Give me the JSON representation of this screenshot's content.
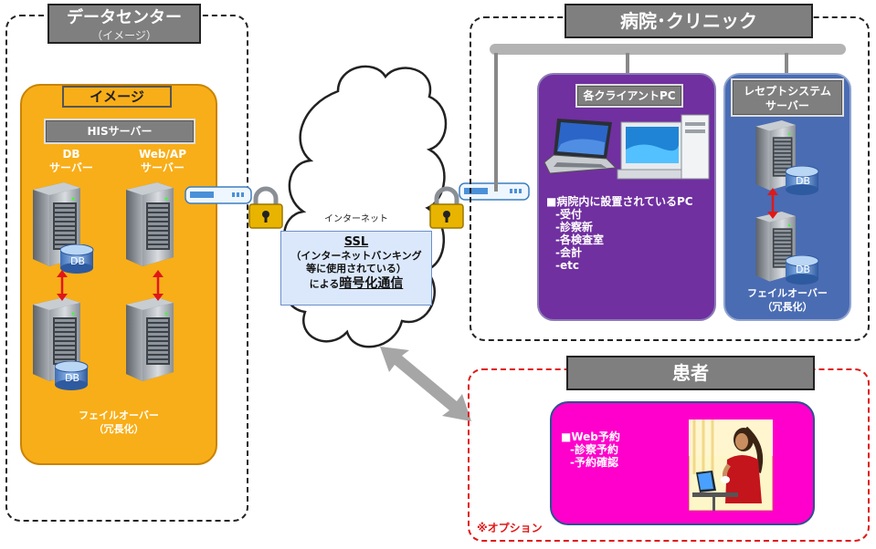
{
  "datacenter": {
    "title": "データセンター",
    "subtitle": "（イメージ）",
    "image_label": "イメージ",
    "his_label": "HISサーバー",
    "db_server_label": [
      "DB",
      "サーバー"
    ],
    "web_server_label": [
      "Web/AP",
      "サーバー"
    ],
    "db_tag": "DB",
    "failover": [
      "フェイルオーバー",
      "（冗長化）"
    ]
  },
  "internet": {
    "label": "インターネット",
    "ssl_title": "SSL",
    "ssl_lines": [
      "（インターネットバンキング",
      "等に使用されている）"
    ],
    "ssl_prefix": "による",
    "ssl_emphasis": "暗号化通信"
  },
  "hospital": {
    "title": "病院･クリニック",
    "clients_label": "各クライアントPC",
    "clients_heading": "■病院内に設置されているPC",
    "clients_items": [
      "-受付",
      "-診察新",
      "-各検査室",
      "-会計",
      "-etc"
    ],
    "receipt_label": [
      "レセプトシステム",
      "サーバー"
    ],
    "db_tag": "DB",
    "failover": [
      "フェイルオーバー",
      "（冗長化）"
    ]
  },
  "patient": {
    "title": "患者",
    "heading": "■Web予約",
    "items": [
      "-診察予約",
      "-予約確認"
    ],
    "option_note": "※オプション"
  },
  "colors": {
    "orange": "#f8ae18",
    "purple": "#7030a0",
    "blue": "#4a6cb3",
    "magenta": "#ff00cc",
    "gray": "#7f7f7f",
    "red_arrow": "#e01818"
  }
}
